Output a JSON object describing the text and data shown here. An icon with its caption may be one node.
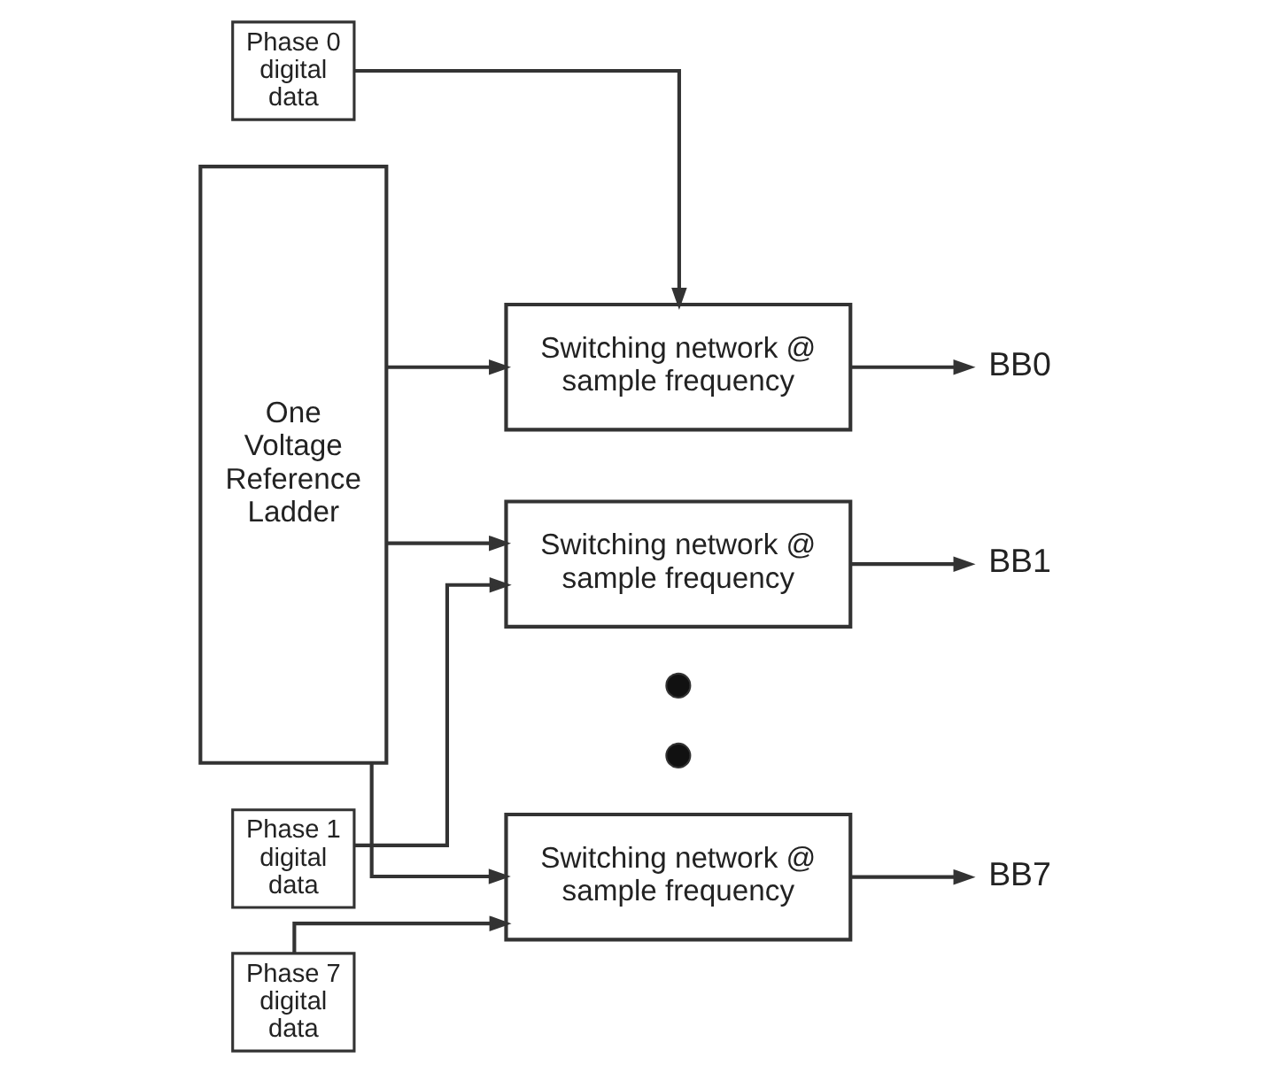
{
  "diagram": {
    "nodes": [
      {
        "text": [
          "One Voltage Reference Ladder"
        ]
      },
      {
        "text": [
          "Phase 0 digital data"
        ]
      },
      {
        "text": [
          "Switching network @ sample frequency"
        ]
      },
      {
        "text": [
          "Phase 1 digital data"
        ]
      },
      {
        "text": [
          "Switching network @ sample frequency"
        ]
      },
      {
        "text": [
          "Phase 7 digital data"
        ]
      },
      {
        "text": [
          "Switching network @ sample frequency"
        ]
      },
      {
        "text": [
          "BB0"
        ]
      },
      {
        "text": [
          "BB1"
        ]
      },
      {
        "text": [
          "BB7"
        ]
      },
      {
        "text": [],
        "shape": "circle"
      },
      {
        "text": [],
        "shape": "circle"
      }
    ],
    "edges": [
      {
        "from": 1,
        "to": 2,
        "arrow": "to"
      },
      {
        "from": 0,
        "to": 2,
        "arrow": "to"
      },
      {
        "from": 2,
        "to": 7,
        "arrow": "to"
      },
      {
        "from": 3,
        "to": 4,
        "arrow": "to"
      },
      {
        "from": 0,
        "to": 4,
        "arrow": "to"
      },
      {
        "from": 4,
        "to": 8,
        "arrow": "to"
      },
      {
        "from": 5,
        "to": 6,
        "arrow": "to"
      },
      {
        "from": 0,
        "to": 6,
        "arrow": "to"
      },
      {
        "from": 6,
        "to": 9,
        "arrow": "to"
      }
    ]
  }
}
